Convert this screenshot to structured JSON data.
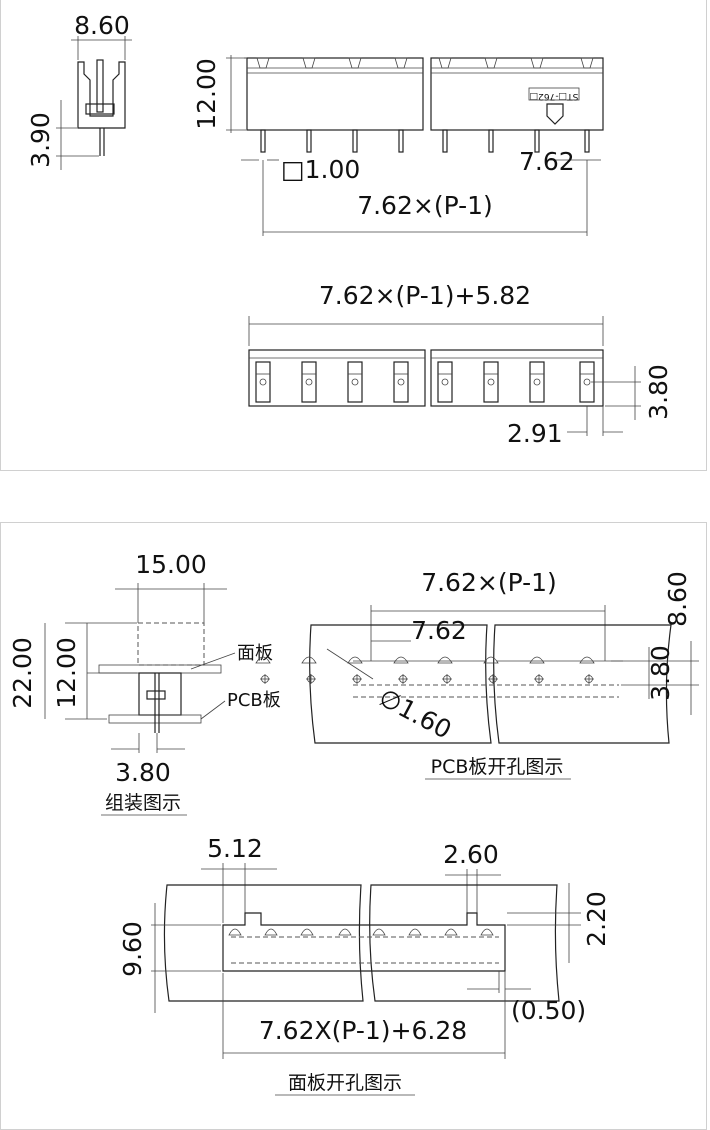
{
  "top": {
    "side_view": {
      "width": "8.60",
      "pin_length": "3.90"
    },
    "front_view": {
      "height": "12.00",
      "pin_size": "□1.00",
      "pitch": "7.62",
      "span": "7.62×(P-1)",
      "marking": "ST□-762□"
    },
    "top_view": {
      "overall": "7.62×(P-1)+5.82",
      "depth": "3.80",
      "edge_offset": "2.91"
    }
  },
  "assembly": {
    "width": "15.00",
    "total_height": "22.00",
    "body_height": "12.00",
    "pin_offset": "3.80",
    "panel_label": "面板",
    "pcb_label": "PCB板",
    "caption": "组装图示"
  },
  "pcb_cutout": {
    "span": "7.62×(P-1)",
    "pitch": "7.62",
    "hole_dia": "∅1.60",
    "row_depth": "3.80",
    "height": "8.60",
    "caption": "PCB板开孔图示"
  },
  "panel_cutout": {
    "notch_offset": "5.12",
    "notch_width": "2.60",
    "notch_depth": "2.20",
    "height": "9.60",
    "clearance": "(0.50)",
    "overall": "7.62X(P-1)+6.28",
    "caption": "面板开孔图示"
  }
}
